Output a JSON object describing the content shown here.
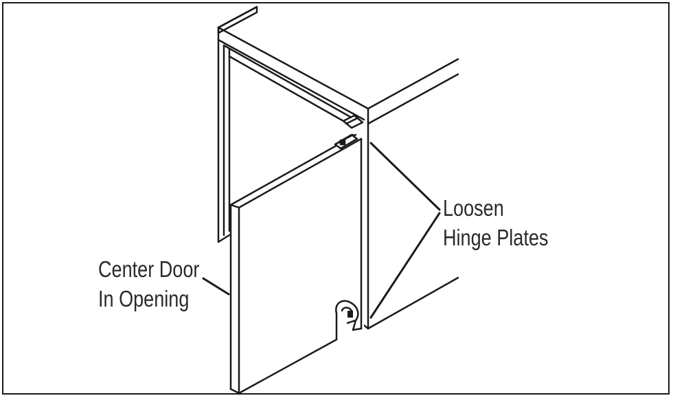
{
  "callouts": {
    "hinge_plates": {
      "line1": "Loosen",
      "line2": "Hinge Plates"
    },
    "center_door": {
      "line1": "Center Door",
      "line2": "In Opening"
    }
  }
}
